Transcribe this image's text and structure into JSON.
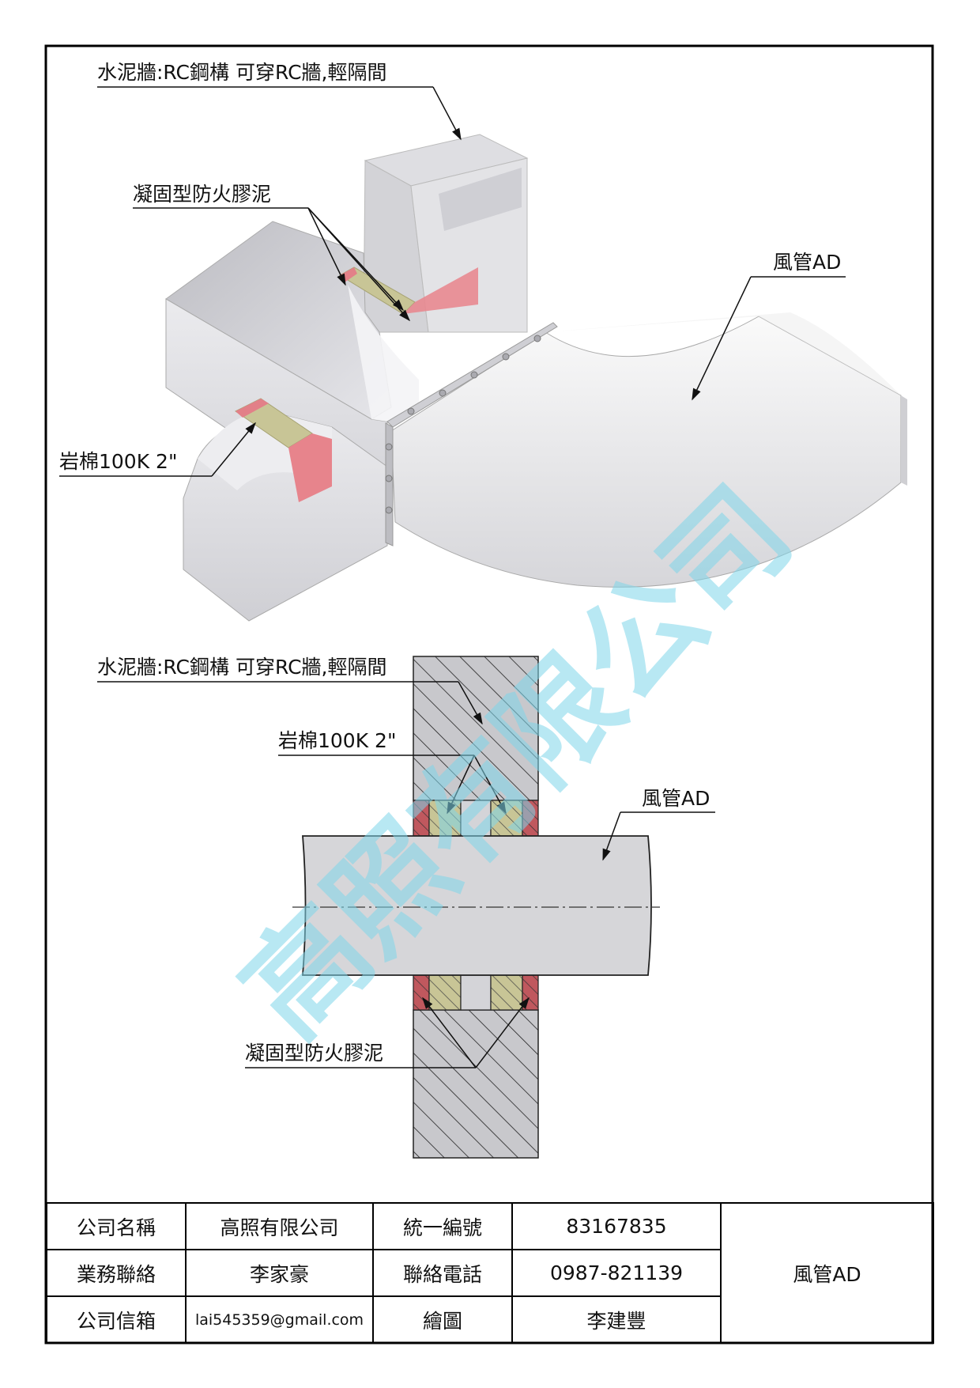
{
  "callouts": {
    "wall_3d": "水泥牆:RC鋼構 可穿RC牆,輕隔間",
    "putty_3d": "凝固型防火膠泥",
    "duct_3d": "風管AD",
    "rockwool_3d": "岩棉100K 2\"",
    "wall_section": "水泥牆:RC鋼構 可穿RC牆,輕隔間",
    "rockwool_section": "岩棉100K 2\"",
    "duct_section": "風管AD",
    "putty_section": "凝固型防火膠泥"
  },
  "watermark": "高照有限公司",
  "title_block": {
    "company_label": "公司名稱",
    "company_value": "高照有限公司",
    "tax_label": "統一編號",
    "tax_value": "83167835",
    "contact_label": "業務聯絡",
    "contact_value": "李家豪",
    "phone_label": "聯絡電話",
    "phone_value": "0987-821139",
    "email_label": "公司信箱",
    "email_value": "lai545359@gmail.com",
    "drawer_label": "繪圖",
    "drawer_value": "李建豐",
    "drawing_title": "風管AD"
  },
  "colors": {
    "duct": "#dcdcdf",
    "wall": "#c8c8cc",
    "firestop_putty": "#d9696f",
    "rock_wool": "#c8c596",
    "watermark": "#7fd6ea"
  }
}
